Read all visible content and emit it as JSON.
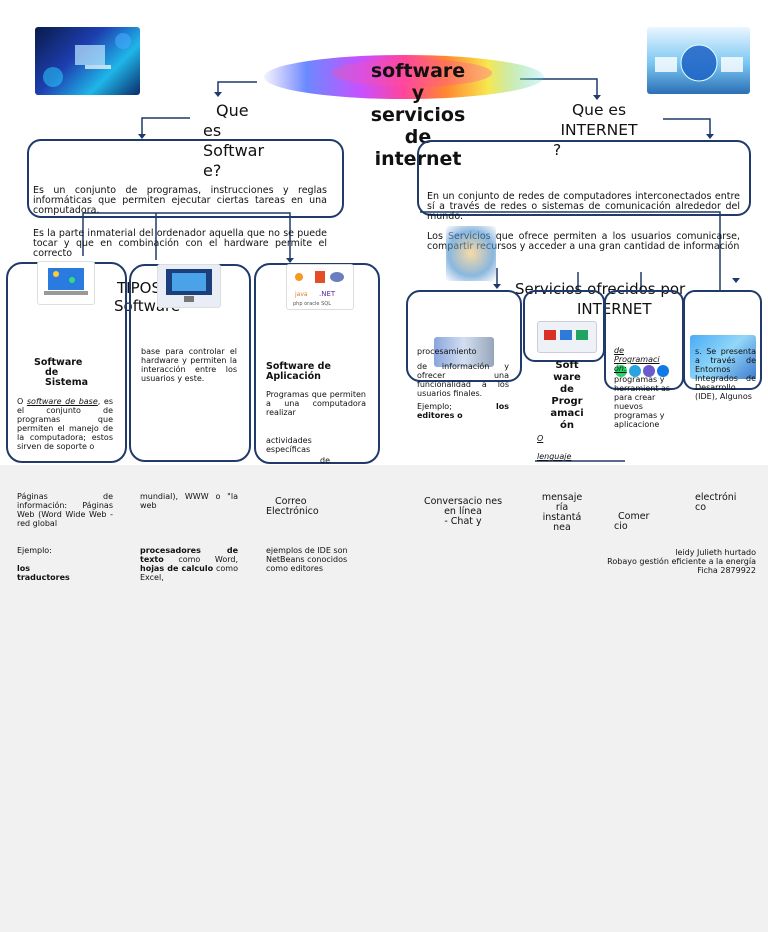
{
  "title": {
    "l1": "software",
    "l2": "y",
    "l3": "servicios",
    "l4": "de",
    "l5": "internet"
  },
  "left": {
    "heading": [
      "Que",
      "es",
      "Softwar",
      "e?"
    ],
    "definition": "Es un conjunto de programas, instrucciones y reglas informáticas que permiten ejecutar ciertas tareas en una computadora.",
    "description": "Es la parte inmaterial del ordenador aquella que no se puede tocar y que en combinación con el hardware permite el correcto",
    "types_title": [
      "TIPOS DE",
      "Software"
    ],
    "sistema": {
      "title": [
        "Software",
        "de",
        "Sistema"
      ],
      "text_pre": "O ",
      "text_link": "software de base",
      "text": ", es el conjunto de programas que permiten el manejo de la computadora; estos sirven de soporte o"
    },
    "middle_text": "base para controlar el hardware y permiten la interacción entre los usuarios y este.",
    "aplicacion": {
      "title": [
        "Software de",
        "Aplicación"
      ],
      "text": "Programas que permiten a una computadora realizar",
      "text2": "actividades específicas",
      "text3": "de"
    }
  },
  "right": {
    "heading": [
      "Que es",
      "INTERNET",
      "?"
    ],
    "definition": "En un conjunto de redes de computadores interconectados entre sí a través de redes o sistemas de comunicación alrededor del mundo.",
    "description": "Los Servicios que ofrece permiten a los usuarios comunicarse, compartir recursos y acceder a una gran cantidad de información",
    "services_title": [
      "Servicios ofrecidos por",
      "INTERNET"
    ],
    "box1": {
      "t1": "procesamiento",
      "t2": "de información y ofrecer una funcionalidad a los usuarios finales.",
      "t3": "Ejemplo;",
      "t4": "los",
      "t5": "editores o"
    },
    "box2": {
      "title": [
        "Soft",
        "ware",
        "de",
        "Progr",
        "amaci",
        "ón"
      ],
      "o": "O",
      "lenguaje": "lenguaje"
    },
    "box3": {
      "link": [
        "de",
        "Programaci",
        "ón:"
      ],
      "text": "programas y herramient as para crear nuevos programas y aplicacione"
    },
    "box4": {
      "text": "s. Se presenta a través de Entornos Integrados de Desarrollo (IDE), Algunos"
    }
  },
  "bottom": {
    "c1a": "Páginas de información: Páginas Web (Word Wide Web - red global",
    "c2a": "mundial), WWW o \"la web",
    "c3a": [
      "Correo",
      "Electrónico"
    ],
    "c4a": [
      "Conversacio nes",
      "en línea",
      "- Chat y"
    ],
    "c5a": [
      "mensaje",
      "ría",
      "instantá",
      "nea"
    ],
    "c6a": [
      "Comer",
      "cio"
    ],
    "c7a": [
      "electróni",
      "co"
    ],
    "c1b": "Ejemplo:",
    "c1c": [
      "los",
      "traductores"
    ],
    "c2b_bold1": "procesadores de texto",
    "c2b_t1": " como Word, ",
    "c2b_bold2": "hojas de calculo",
    "c2b_t2": " como Excel,",
    "c3b": "ejemplos de IDE son NetBeans conocidos como editores",
    "credits": [
      "leidy Julieth hurtado",
      "Robayo gestión eficiente a la energía",
      "Ficha 2879922"
    ]
  },
  "colors": {
    "navy": "#1f3a6b",
    "background": "#f1f1f1"
  }
}
